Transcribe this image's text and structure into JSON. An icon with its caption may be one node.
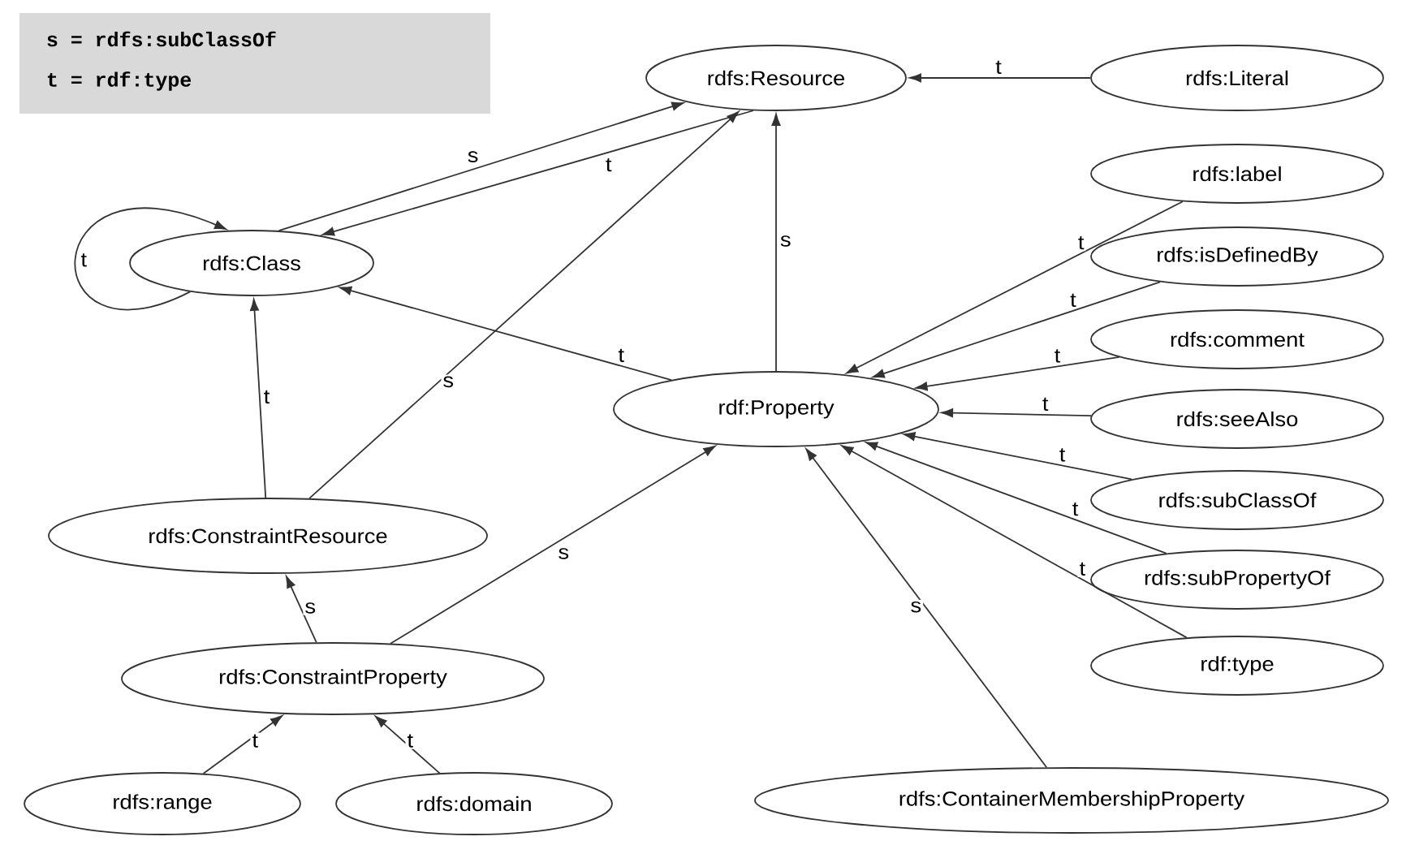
{
  "diagram": {
    "nodes": [
      {
        "text": [
          "rdfs:Resource"
        ]
      },
      {
        "text": [
          "rdfs:Literal"
        ]
      },
      {
        "text": [
          "rdfs:label"
        ]
      },
      {
        "text": [
          "rdfs:Class"
        ]
      },
      {
        "text": [
          "rdfs:isDefinedBy"
        ]
      },
      {
        "text": [
          "rdfs:comment"
        ]
      },
      {
        "text": [
          "rdf:Property"
        ]
      },
      {
        "text": [
          "rdfs:seeAlso"
        ]
      },
      {
        "text": [
          "rdfs:subClassOf"
        ]
      },
      {
        "text": [
          "rdfs:ConstraintResource"
        ]
      },
      {
        "text": [
          "rdfs:subPropertyOf"
        ]
      },
      {
        "text": [
          "rdfs:ConstraintProperty"
        ]
      },
      {
        "text": [
          "rdf:type"
        ]
      },
      {
        "text": [
          "rdfs:range"
        ]
      },
      {
        "text": [
          "rdfs:domain"
        ]
      },
      {
        "text": [
          "rdfs:ContainerMembershipProperty"
        ]
      }
    ],
    "edges": [
      {
        "from": 3,
        "to": 0,
        "arrow": "to",
        "label": "s"
      },
      {
        "from": 0,
        "to": 3,
        "arrow": "to",
        "label": "t"
      },
      {
        "from": 3,
        "to": 3,
        "arrow": "to",
        "label": "t"
      },
      {
        "from": 1,
        "to": 0,
        "arrow": "to",
        "label": "t"
      },
      {
        "from": 6,
        "to": 0,
        "arrow": "to",
        "label": "s"
      },
      {
        "from": 6,
        "to": 3,
        "arrow": "to",
        "label": "t"
      },
      {
        "from": 9,
        "to": 0,
        "arrow": "to",
        "label": "s"
      },
      {
        "from": 9,
        "to": 3,
        "arrow": "to",
        "label": "t"
      },
      {
        "from": 2,
        "to": 6,
        "arrow": "to",
        "label": "t"
      },
      {
        "from": 4,
        "to": 6,
        "arrow": "to",
        "label": "t"
      },
      {
        "from": 5,
        "to": 6,
        "arrow": "to",
        "label": "t"
      },
      {
        "from": 7,
        "to": 6,
        "arrow": "to",
        "label": "t"
      },
      {
        "from": 8,
        "to": 6,
        "arrow": "to",
        "label": "t"
      },
      {
        "from": 10,
        "to": 6,
        "arrow": "to",
        "label": "t"
      },
      {
        "from": 12,
        "to": 6,
        "arrow": "to",
        "label": "t"
      },
      {
        "from": 11,
        "to": 9,
        "arrow": "to",
        "label": "s"
      },
      {
        "from": 11,
        "to": 6,
        "arrow": "to",
        "label": "s"
      },
      {
        "from": 13,
        "to": 11,
        "arrow": "to",
        "label": "t"
      },
      {
        "from": 14,
        "to": 11,
        "arrow": "to",
        "label": "t"
      },
      {
        "from": 15,
        "to": 6,
        "arrow": "to",
        "label": "s"
      }
    ],
    "labels": [
      "s = rdfs:subClassOf",
      "t = rdf:type"
    ]
  }
}
